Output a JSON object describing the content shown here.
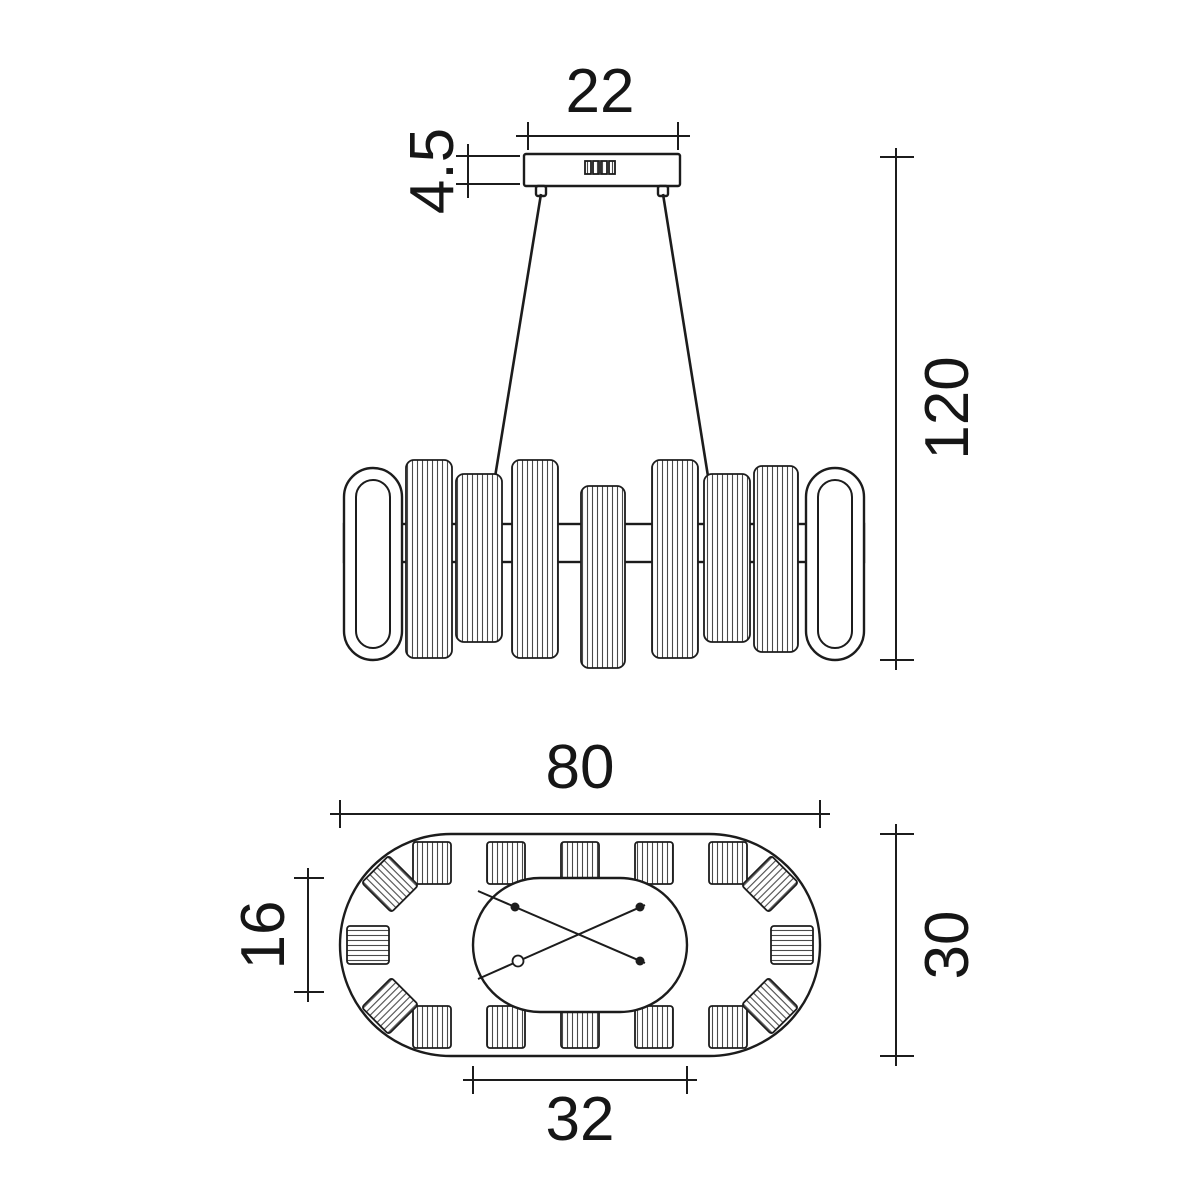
{
  "drawing": {
    "dimensions": {
      "canopy_width": "22",
      "canopy_height": "4.5",
      "overall_height": "120",
      "fixture_width": "80",
      "fixture_depth": "30",
      "crystal_height": "16",
      "inner_frame_width": "32"
    },
    "line_color": "#1c1c1c"
  }
}
